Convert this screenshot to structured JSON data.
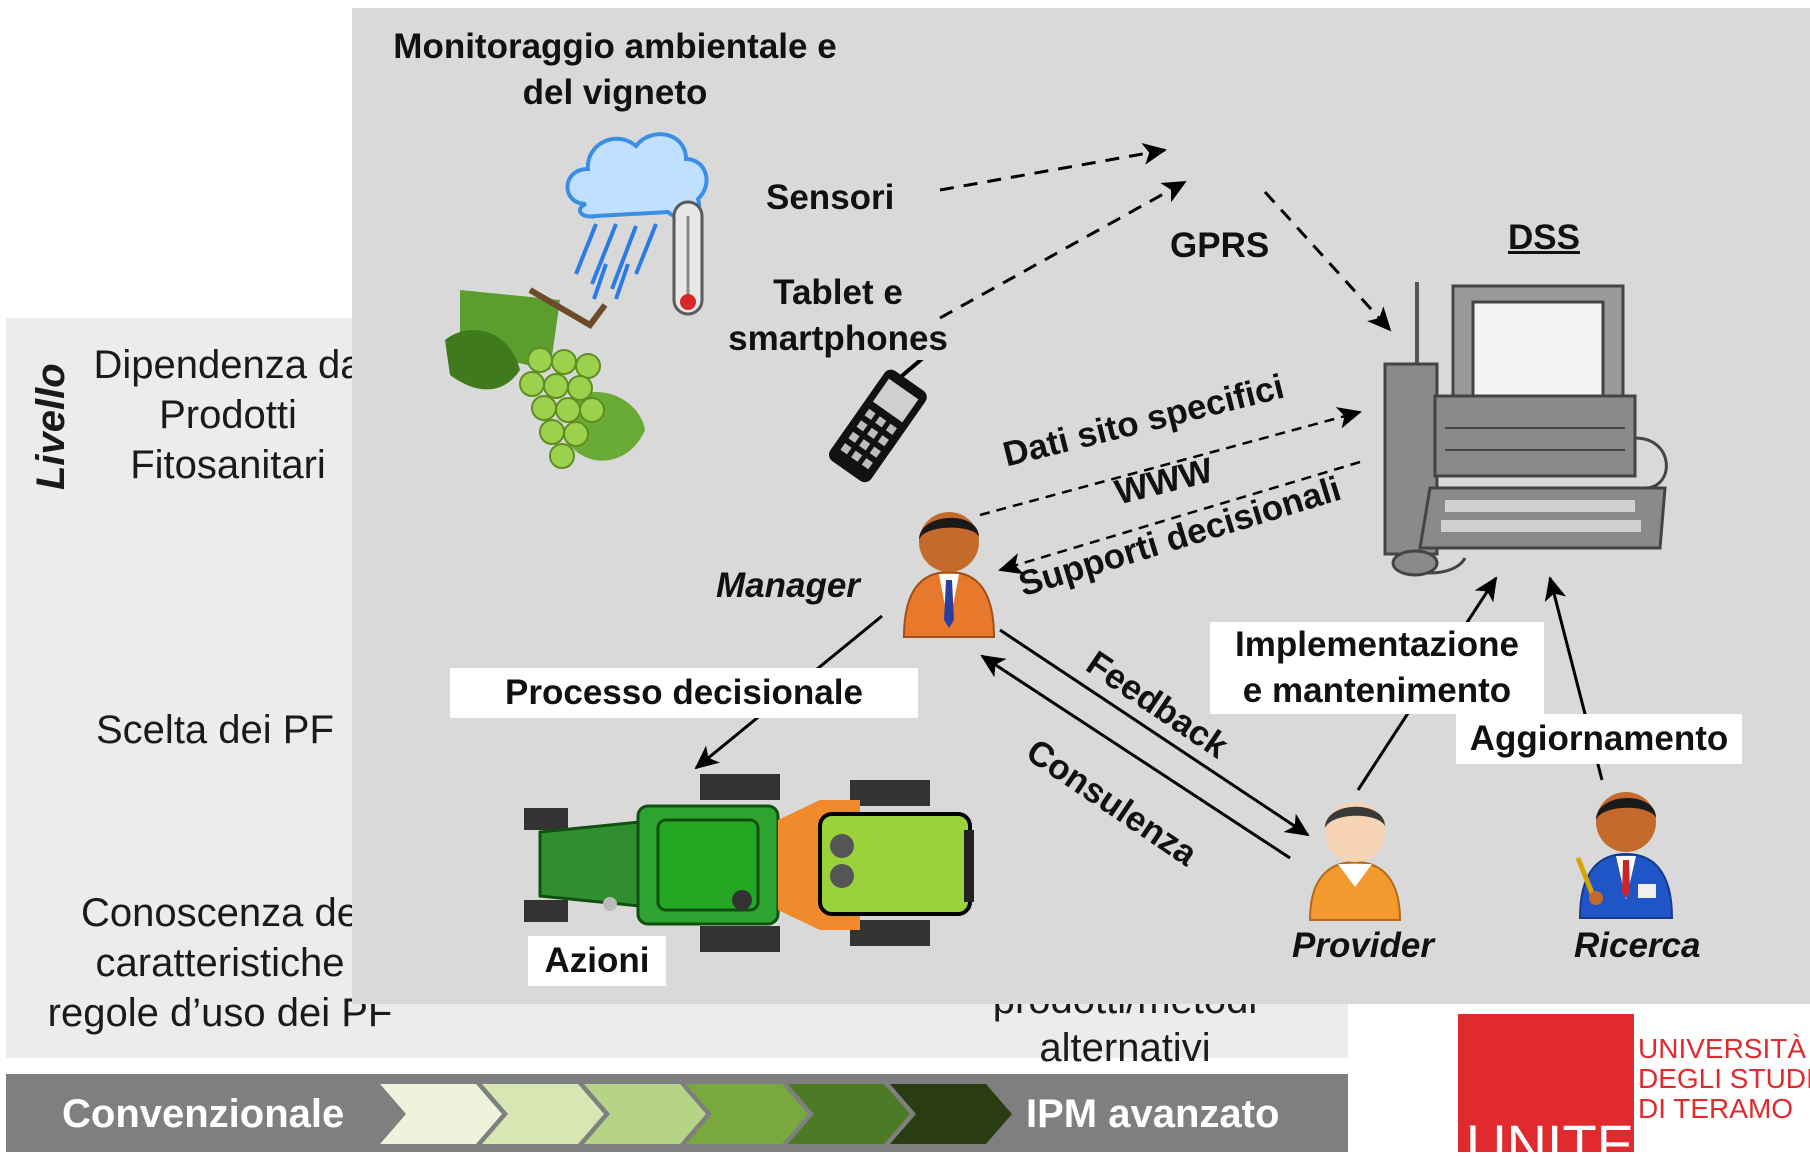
{
  "back_slide": {
    "vertical_title": "Livello",
    "levels": [
      {
        "line1": "Dipendenza da",
        "line2": "Prodotti",
        "line3": "Fitosanitari"
      },
      {
        "line1": "Scelta dei PF"
      },
      {
        "line1": "Conoscenza de",
        "line2": "caratteristiche",
        "line3": "regole d’uso dei PF"
      }
    ],
    "right_fragment_line1": "prodotti/metodi",
    "right_fragment_line2": "alternativi"
  },
  "diagram": {
    "title_line1": "Monitoraggio ambientale e",
    "title_line2": "del vigneto",
    "sensori": "Sensori",
    "tablet_line1": "Tablet e",
    "tablet_line2": "smartphones",
    "gprs": "GPRS",
    "dss": "DSS",
    "dati": "Dati sito specifici",
    "www": "WWW",
    "supporti": "Supporti decisionali",
    "manager": "Manager",
    "processo": "Processo decisionale",
    "azioni": "Azioni",
    "feedback": "Feedback",
    "consulenza": "Consulenza",
    "implementazione_line1": "Implementazione",
    "implementazione_line2": "e mantenimento",
    "aggiornamento": "Aggiornamento",
    "provider": "Provider",
    "ricerca": "Ricerca"
  },
  "bottom_bar": {
    "left": "Convenzionale",
    "right": "IPM avanzato",
    "chevron_colors": [
      "#eef3dc",
      "#d7e6b3",
      "#b5d486",
      "#79a83e",
      "#4d7a24",
      "#2a3d12"
    ]
  },
  "logo": {
    "wordmark": "UNITE",
    "line1": "UNIVERSITÀ",
    "line2": "DEGLI STUDI",
    "line3": "DI TERAMO",
    "color": "#e02a2e"
  }
}
